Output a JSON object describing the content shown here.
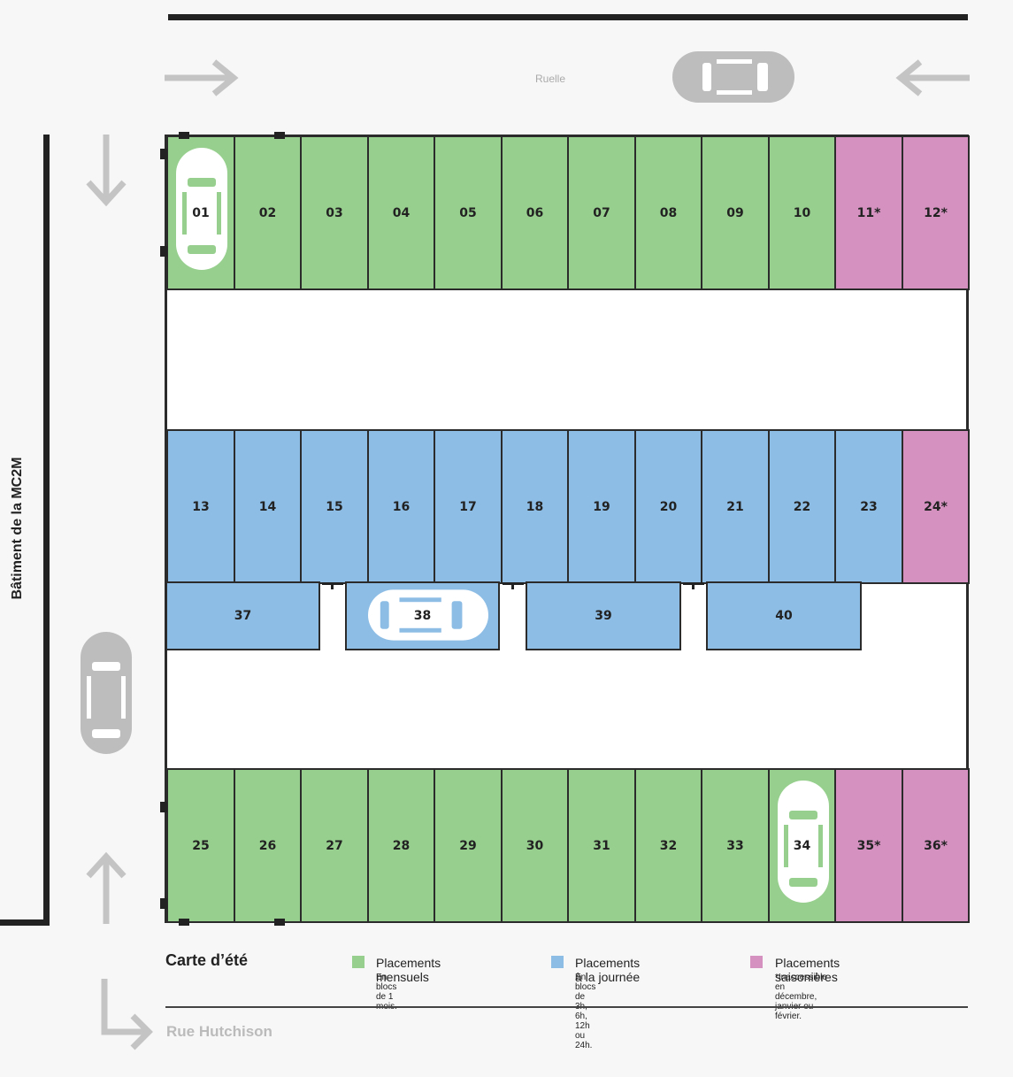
{
  "colors": {
    "monthly": "#97d08e",
    "daily": "#8dbde5",
    "seasonal": "#d592c1",
    "line": "#2b2b2b",
    "muted": "#c4c4c4",
    "car_gray": "#bdbdbd"
  },
  "labels": {
    "alley": "Ruelle",
    "building": "Bâtiment de la MC2M",
    "street": "Rue Hutchison",
    "map_title": "Carte d’été"
  },
  "legend": [
    {
      "type": "monthly",
      "title": "Placements mensuels",
      "note": "En blocs de 1 mois."
    },
    {
      "type": "daily",
      "title": "Placements à la journée",
      "note": "En blocs de 3h, 6h, 12h ou 24h."
    },
    {
      "type": "seasonal",
      "title": "Placements saisonières",
      "note": "*Inaccessible en décembre, janvier ou février."
    }
  ],
  "rows": {
    "top": [
      {
        "id": "01",
        "type": "monthly",
        "occupied": true
      },
      {
        "id": "02",
        "type": "monthly"
      },
      {
        "id": "03",
        "type": "monthly"
      },
      {
        "id": "04",
        "type": "monthly"
      },
      {
        "id": "05",
        "type": "monthly"
      },
      {
        "id": "06",
        "type": "monthly"
      },
      {
        "id": "07",
        "type": "monthly"
      },
      {
        "id": "08",
        "type": "monthly"
      },
      {
        "id": "09",
        "type": "monthly"
      },
      {
        "id": "10",
        "type": "monthly"
      },
      {
        "id": "11*",
        "type": "seasonal"
      },
      {
        "id": "12*",
        "type": "seasonal"
      }
    ],
    "middle": [
      {
        "id": "13",
        "type": "daily"
      },
      {
        "id": "14",
        "type": "daily"
      },
      {
        "id": "15",
        "type": "daily"
      },
      {
        "id": "16",
        "type": "daily"
      },
      {
        "id": "17",
        "type": "daily"
      },
      {
        "id": "18",
        "type": "daily"
      },
      {
        "id": "19",
        "type": "daily"
      },
      {
        "id": "20",
        "type": "daily"
      },
      {
        "id": "21",
        "type": "daily"
      },
      {
        "id": "22",
        "type": "daily"
      },
      {
        "id": "23",
        "type": "daily"
      },
      {
        "id": "24*",
        "type": "seasonal"
      }
    ],
    "horizontal": [
      {
        "id": "37",
        "type": "daily"
      },
      {
        "id": "38",
        "type": "daily",
        "occupied": true
      },
      {
        "id": "39",
        "type": "daily"
      },
      {
        "id": "40",
        "type": "daily"
      }
    ],
    "bottom": [
      {
        "id": "25",
        "type": "monthly"
      },
      {
        "id": "26",
        "type": "monthly"
      },
      {
        "id": "27",
        "type": "monthly"
      },
      {
        "id": "28",
        "type": "monthly"
      },
      {
        "id": "29",
        "type": "monthly"
      },
      {
        "id": "30",
        "type": "monthly"
      },
      {
        "id": "31",
        "type": "monthly"
      },
      {
        "id": "32",
        "type": "monthly"
      },
      {
        "id": "33",
        "type": "monthly"
      },
      {
        "id": "34",
        "type": "monthly",
        "occupied": true
      },
      {
        "id": "35*",
        "type": "seasonal"
      },
      {
        "id": "36*",
        "type": "seasonal"
      }
    ]
  }
}
